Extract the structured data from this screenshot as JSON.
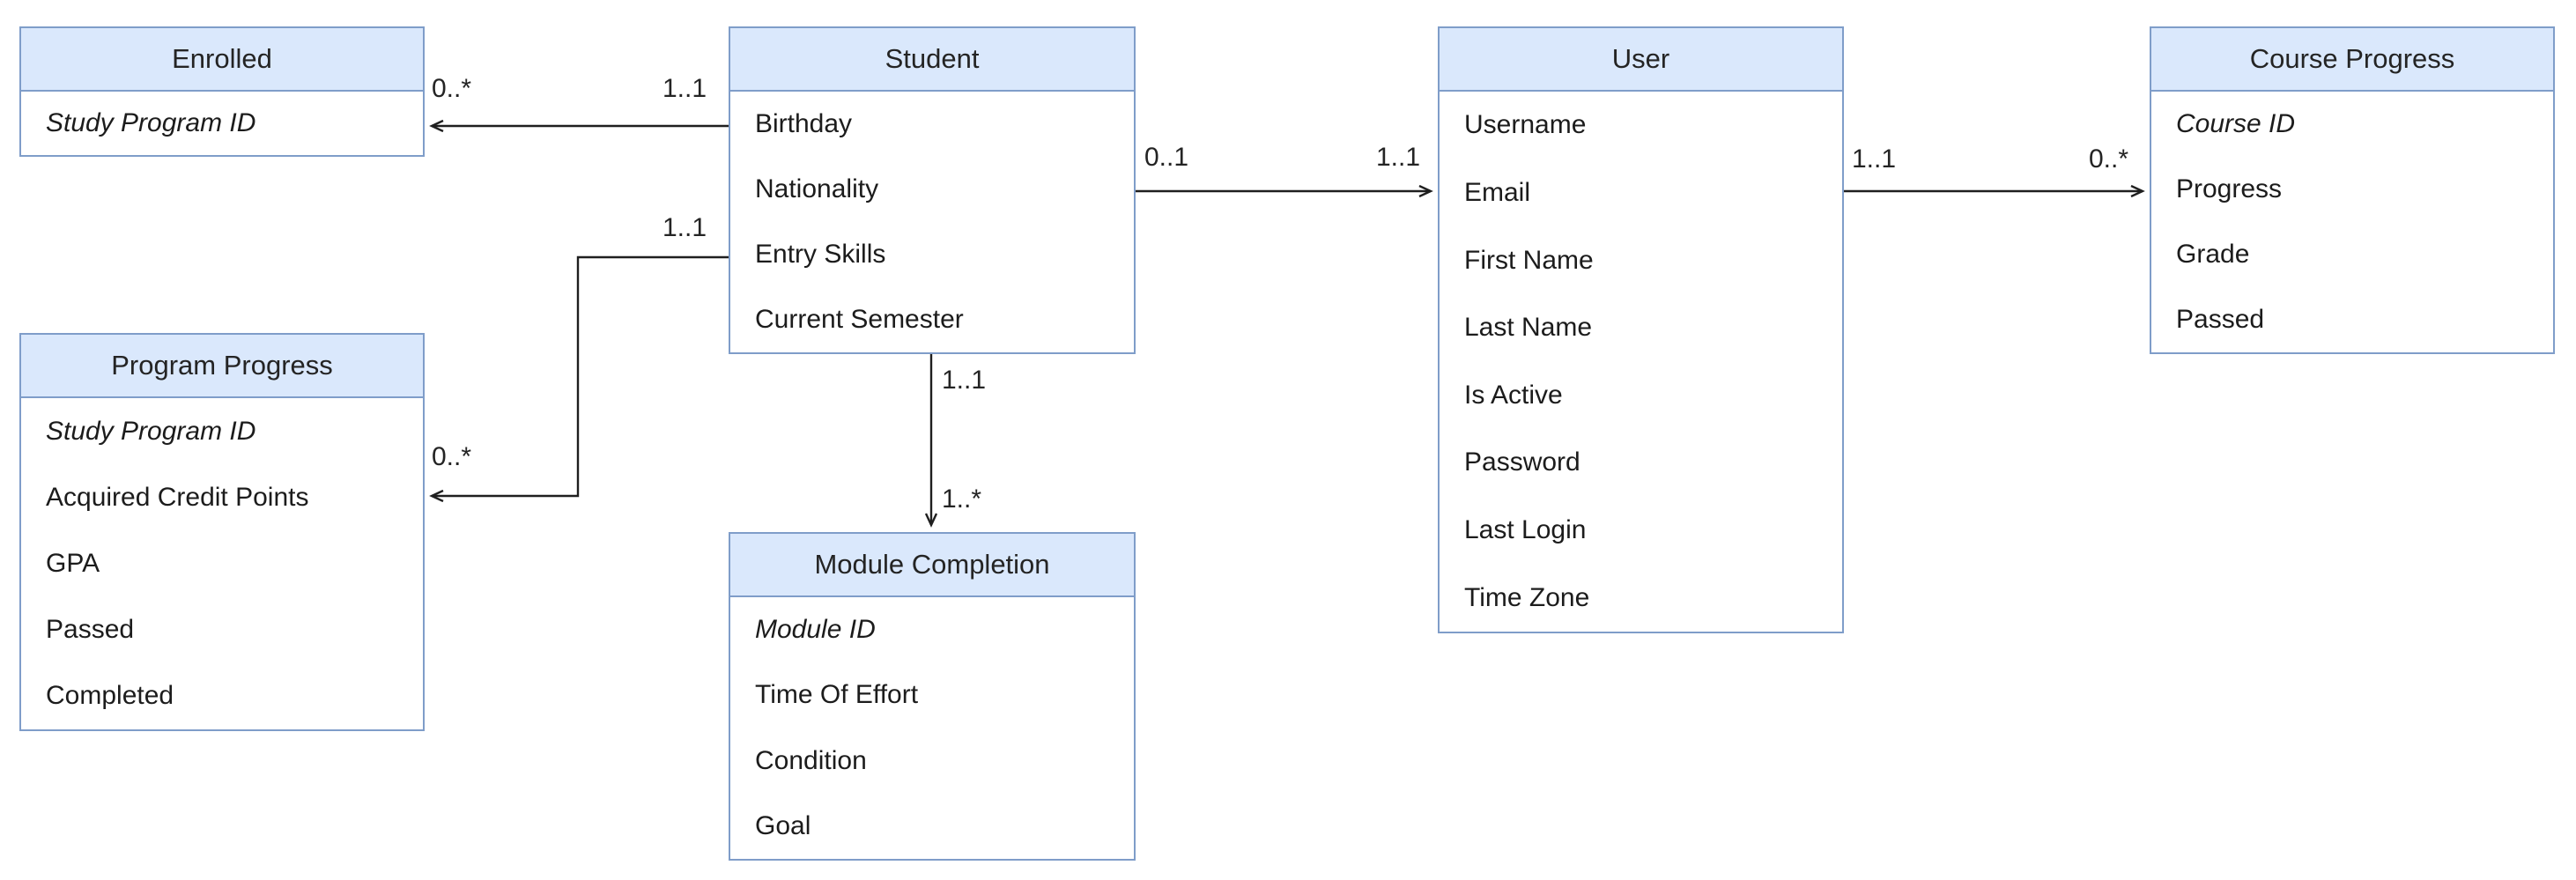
{
  "diagram": {
    "type": "entity-relationship",
    "colors": {
      "header_fill": "#dae8fc",
      "box_border": "#7f9dc9",
      "connector": "#1f1f1f",
      "text": "#1c1c1c"
    },
    "entities": [
      {
        "name": "Enrolled",
        "attributes": [
          {
            "label": "Study Program ID",
            "italic": true
          }
        ]
      },
      {
        "name": "Program Progress",
        "attributes": [
          {
            "label": "Study Program ID",
            "italic": true
          },
          {
            "label": "Acquired Credit Points",
            "italic": false
          },
          {
            "label": "GPA",
            "italic": false
          },
          {
            "label": "Passed",
            "italic": false
          },
          {
            "label": "Completed",
            "italic": false
          }
        ]
      },
      {
        "name": "Student",
        "attributes": [
          {
            "label": "Birthday",
            "italic": false
          },
          {
            "label": "Nationality",
            "italic": false
          },
          {
            "label": "Entry Skills",
            "italic": false
          },
          {
            "label": "Current Semester",
            "italic": false
          }
        ]
      },
      {
        "name": "Module Completion",
        "attributes": [
          {
            "label": "Module ID",
            "italic": true
          },
          {
            "label": "Time Of Effort",
            "italic": false
          },
          {
            "label": "Condition",
            "italic": false
          },
          {
            "label": "Goal",
            "italic": false
          }
        ]
      },
      {
        "name": "User",
        "attributes": [
          {
            "label": "Username",
            "italic": false
          },
          {
            "label": "Email",
            "italic": false
          },
          {
            "label": "First Name",
            "italic": false
          },
          {
            "label": "Last Name",
            "italic": false
          },
          {
            "label": "Is Active",
            "italic": false
          },
          {
            "label": "Password",
            "italic": false
          },
          {
            "label": "Last Login",
            "italic": false
          },
          {
            "label": "Time Zone",
            "italic": false
          }
        ]
      },
      {
        "name": "Course Progress",
        "attributes": [
          {
            "label": "Course ID",
            "italic": true
          },
          {
            "label": "Progress",
            "italic": false
          },
          {
            "label": "Grade",
            "italic": false
          },
          {
            "label": "Passed",
            "italic": false
          }
        ]
      }
    ],
    "connections": [
      {
        "from": "Student",
        "to": "Enrolled",
        "from_cardinality": "1..1",
        "to_cardinality": "0..*"
      },
      {
        "from": "Student",
        "to": "Program Progress",
        "from_cardinality": "1..1",
        "to_cardinality": "0..*"
      },
      {
        "from": "Student",
        "to": "User",
        "from_cardinality": "0..1",
        "to_cardinality": "1..1"
      },
      {
        "from": "User",
        "to": "Course Progress",
        "from_cardinality": "1..1",
        "to_cardinality": "0..*"
      },
      {
        "from": "Student",
        "to": "Module Completion",
        "from_cardinality": "1..1",
        "to_cardinality": "1..*"
      }
    ]
  }
}
